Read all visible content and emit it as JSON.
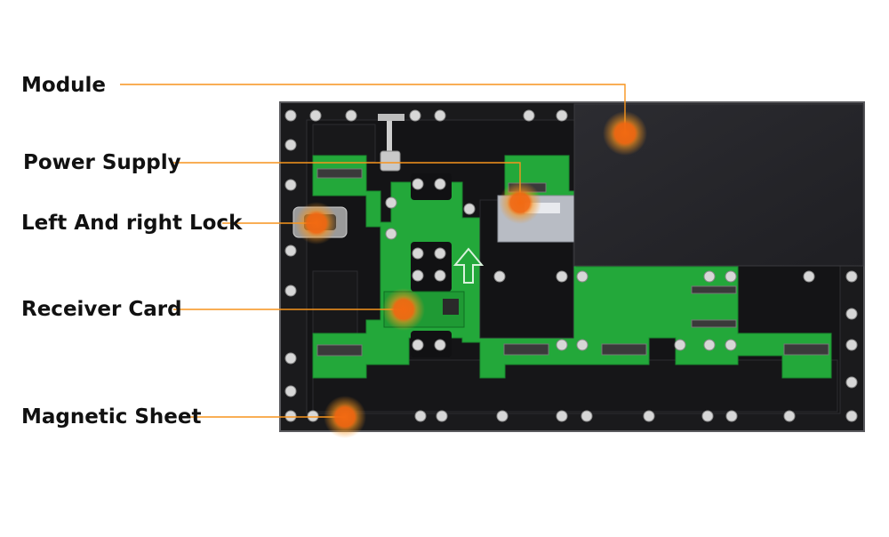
{
  "labels": {
    "module": "Module",
    "power_supply": "Power Supply",
    "lock": "Left And right Lock",
    "receiver_card": "Receiver Card",
    "magnetic_sheet": "Magnetic Sheet"
  },
  "colors": {
    "accent": "#f7941d",
    "hotspot": "#f26a12",
    "cabinet": "#1c1c1e",
    "module_panel": "#26262a",
    "pcb": "#23a83a",
    "screw": "#d7d7d7",
    "text": "#111111"
  },
  "icons": {
    "hotspot": "orange-glow-dot-icon",
    "screw": "screw-head-icon",
    "arrow": "up-arrow-icon"
  }
}
